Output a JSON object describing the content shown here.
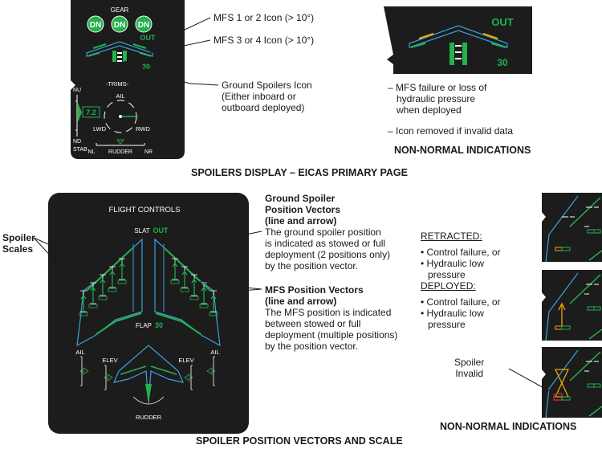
{
  "top_display": {
    "gear_label": "GEAR",
    "gear_status": [
      "DN",
      "DN",
      "DN"
    ],
    "out_label": "OUT",
    "flap_value": "30",
    "trims_label": "-TRIMS-",
    "nu_label": "NU",
    "stab_value": "7.2",
    "nd_label": "ND",
    "stab_label": "STAB",
    "ail_label": "AIL",
    "lwd_label": "LWD",
    "rwd_label": "RWD",
    "nl_label": "NL",
    "rudder_label": "RUDDER",
    "nr_label": "NR"
  },
  "top_callouts": {
    "mfs12": "MFS 1 or 2 Icon (> 10°)",
    "mfs34": "MFS 3 or 4 Icon (> 10°)",
    "ground_spoilers": [
      "Ground Spoilers Icon",
      "(Either inboard or",
      "outboard deployed)"
    ]
  },
  "non_normal_top": {
    "out_label": "OUT",
    "flap_value": "30",
    "bullet1": [
      "– MFS failure or loss of",
      "hydraulic pressure",
      "when deployed"
    ],
    "bullet2": "– Icon removed if invalid data",
    "title": "NON-NORMAL INDICATIONS"
  },
  "top_caption": "SPOILERS DISPLAY – EICAS PRIMARY PAGE",
  "flight_controls": {
    "header": "FLIGHT CONTROLS",
    "slat_label": "SLAT",
    "slat_value": "OUT",
    "flap_label": "FLAP",
    "flap_value": "30",
    "ail_left": "AIL",
    "ail_right": "AIL",
    "elev_left": "ELEV",
    "elev_right": "ELEV",
    "rudder_label": "RUDDER"
  },
  "spoiler_scales_label": [
    "Spoiler",
    "Scales"
  ],
  "ground_spoiler_text": {
    "heading": [
      "Ground Spoiler",
      "Position Vectors",
      "(line and arrow)"
    ],
    "body": [
      "The ground spoiler position",
      "is indicated as stowed or full",
      "deployment (2 positions only)",
      "by the position vector."
    ]
  },
  "mfs_text": {
    "heading": [
      "MFS Position Vectors",
      "(line and arrow)"
    ],
    "body": [
      "The MFS position is indicated",
      "between stowed or full",
      "deployment (multiple positions)",
      "by the position vector."
    ]
  },
  "retracted": {
    "title": "RETRACTED:",
    "items": [
      "• Control failure, or",
      "• Hydraulic low",
      "  pressure"
    ]
  },
  "deployed": {
    "title": "DEPLOYED:",
    "items": [
      "• Control failure, or",
      "• Hydraulic low",
      "  pressure"
    ]
  },
  "spoiler_invalid": [
    "Spoiler",
    "Invalid"
  ],
  "bottom_non_normal_title": "NON-NORMAL INDICATIONS",
  "bottom_caption": "SPOILER POSITION VECTORS AND SCALE",
  "colors": {
    "panel": "#1c1c1c",
    "green": "#22b14c",
    "cyan": "#3aa0d8",
    "white": "#ffffff",
    "amber": "#f2a900",
    "red": "#c0282d"
  }
}
